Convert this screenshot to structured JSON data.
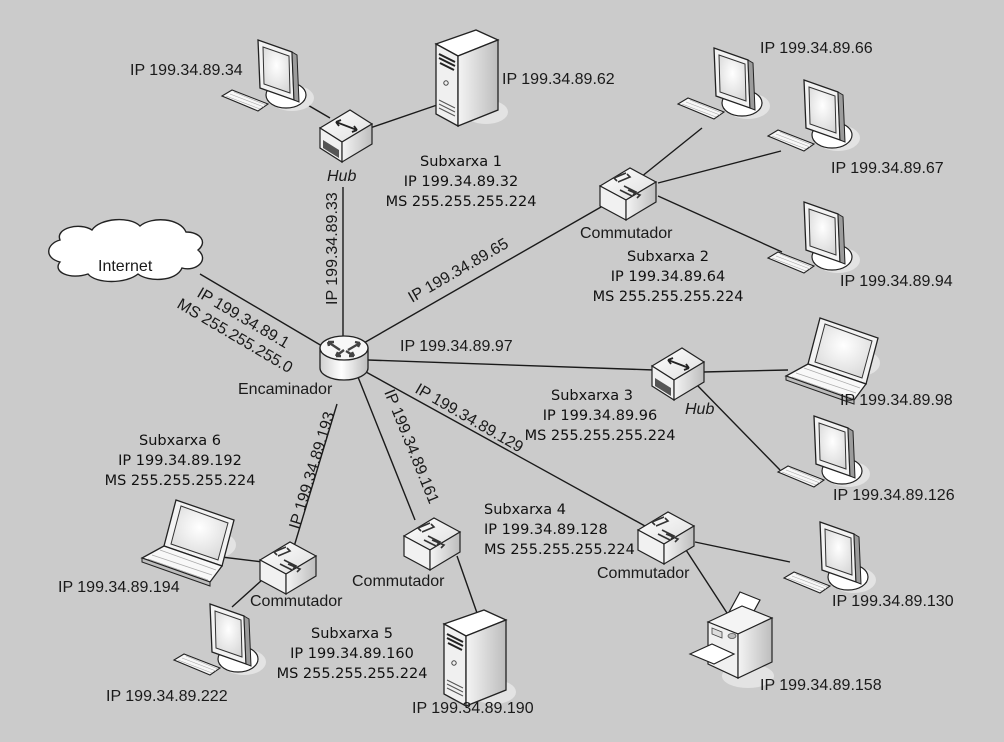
{
  "diagram": {
    "internet": {
      "label": "Internet"
    },
    "router": {
      "label": "Encaminador",
      "wan_ip": "IP 199.34.89.1",
      "wan_mask": "MS 255.255.255.0"
    },
    "links": {
      "s1": "IP 199.34.89.33",
      "s2": "IP 199.34.89.65",
      "s3": "IP 199.34.89.97",
      "s4": "IP 199.34.89.129",
      "s5": "IP 199.34.89.161",
      "s6": "IP 199.34.89.193"
    },
    "subnets": [
      {
        "name": "Subxarxa 1",
        "ip": "IP 199.34.89.32",
        "mask": "MS 255.255.255.224",
        "device": "Hub",
        "hosts": [
          {
            "type": "desktop",
            "ip": "IP 199.34.89.34"
          },
          {
            "type": "server",
            "ip": "IP 199.34.89.62"
          }
        ]
      },
      {
        "name": "Subxarxa 2",
        "ip": "IP 199.34.89.64",
        "mask": "MS 255.255.255.224",
        "device": "Commutador",
        "hosts": [
          {
            "type": "desktop",
            "ip": "IP 199.34.89.66"
          },
          {
            "type": "desktop",
            "ip": "IP 199.34.89.67"
          },
          {
            "type": "desktop",
            "ip": "IP 199.34.89.94"
          }
        ]
      },
      {
        "name": "Subxarxa 3",
        "ip": "IP 199.34.89.96",
        "mask": "MS 255.255.255.224",
        "device": "Hub",
        "hosts": [
          {
            "type": "laptop",
            "ip": "IP 199.34.89.98"
          },
          {
            "type": "desktop",
            "ip": "IP 199.34.89.126"
          }
        ]
      },
      {
        "name": "Subxarxa 4",
        "ip": "IP 199.34.89.128",
        "mask": "MS 255.255.255.224",
        "device": "Commutador",
        "hosts": [
          {
            "type": "desktop",
            "ip": "IP 199.34.89.130"
          },
          {
            "type": "printer",
            "ip": "IP 199.34.89.158"
          }
        ]
      },
      {
        "name": "Subxarxa 5",
        "ip": "IP 199.34.89.160",
        "mask": "MS 255.255.255.224",
        "device": "Commutador",
        "hosts": [
          {
            "type": "server",
            "ip": "IP 199.34.89.190"
          }
        ]
      },
      {
        "name": "Subxarxa 6",
        "ip": "IP 199.34.89.192",
        "mask": "MS 255.255.255.224",
        "device": "Commutador",
        "hosts": [
          {
            "type": "laptop",
            "ip": "IP 199.34.89.194"
          },
          {
            "type": "desktop",
            "ip": "IP 199.34.89.222"
          }
        ]
      }
    ]
  }
}
